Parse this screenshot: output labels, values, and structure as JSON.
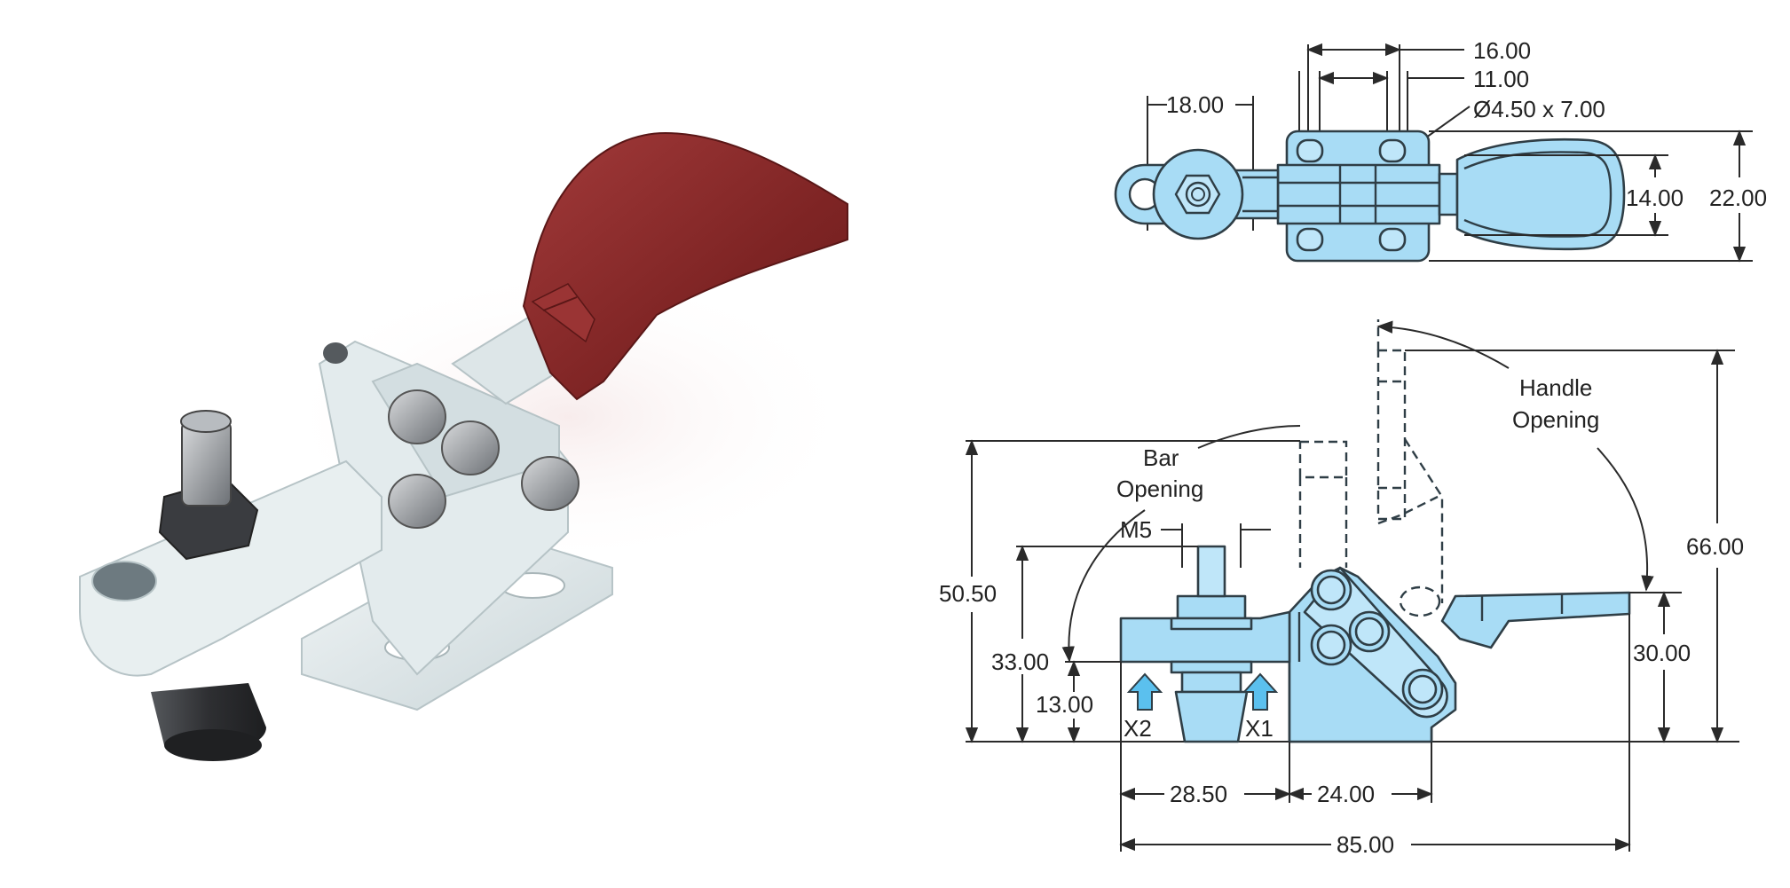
{
  "dimensions": {
    "top_width_outer": "16.00",
    "top_width_inner": "11.00",
    "slot": "Ø4.50 x 7.00",
    "top_offset": "18.00",
    "top_inner_height": "14.00",
    "top_outer_height": "22.00",
    "bar_height": "50.50",
    "spindle_height": "33.00",
    "base_height": "13.00",
    "handle_closed_height": "30.00",
    "handle_open_height": "66.00",
    "spindle_dist": "28.50",
    "base_length": "24.00",
    "overall_length": "85.00",
    "thread": "M5"
  },
  "labels": {
    "bar_opening_1": "Bar",
    "bar_opening_2": "Opening",
    "handle_opening_1": "Handle",
    "handle_opening_2": "Opening",
    "x1": "X1",
    "x2": "X2"
  },
  "colors": {
    "handle_red": "#8b2a2a",
    "metal_light": "#dfe8ea",
    "drawing_blue": "#a8dcf5",
    "arrow_blue": "#5bc0ee",
    "rubber_dark": "#2e2e30"
  }
}
